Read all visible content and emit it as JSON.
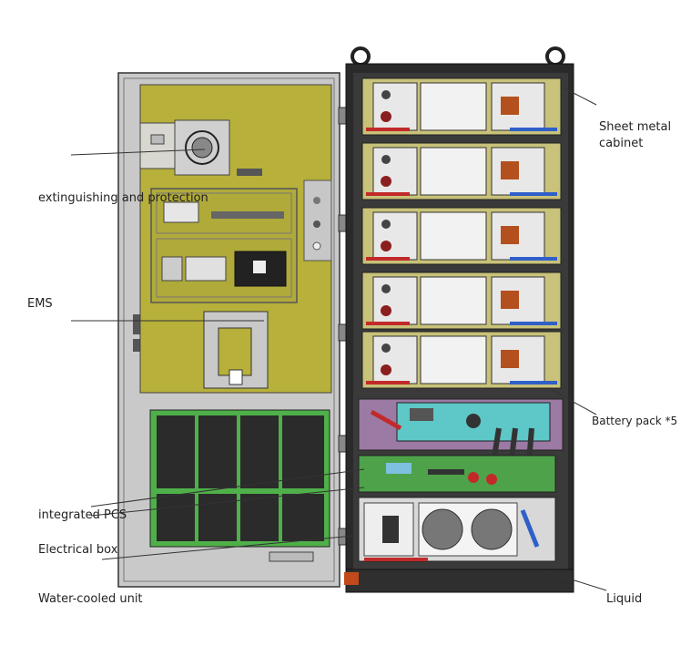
{
  "labels": {
    "sheet_metal_cabinet": "Sheet metal cabinet",
    "extinguishing": "extinguishing and protection",
    "ems": "EMS",
    "battery_pack": "Battery pack *5",
    "integrated_pcs": "integrated PCS",
    "electrical_box": "Electrical box",
    "water_cooled_unit": "Water-cooled unit",
    "liquid": "Liquid"
  },
  "battery_pack_count": 5,
  "colors": {
    "panel_olive": "#b7b03b",
    "battery_frame": "#c8c27a",
    "frame_dark": "#2a2a2a",
    "door_grey": "#c9c9c9",
    "pcs_green": "#4ea24a",
    "teal_board": "#5ec7c7",
    "purple_bus": "#9b7aa3",
    "cable_red": "#c22a2a",
    "cable_blue": "#2f5fc8",
    "vent_black": "#2b2b2b"
  }
}
